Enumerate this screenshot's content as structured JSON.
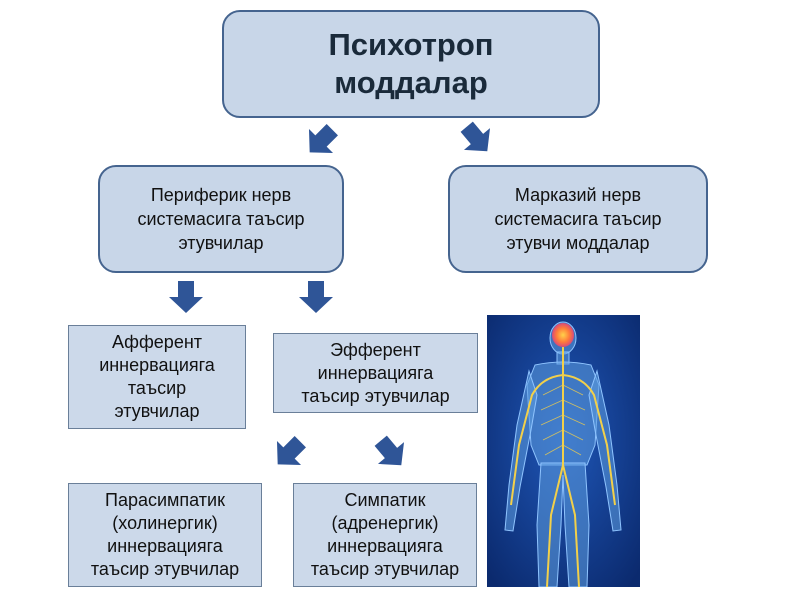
{
  "title": "Психотроп\nмоддалар",
  "peripheral": "Периферик нерв\nсистемасига таъсир\nэтувчилар",
  "central": "Марказий нерв\nсистемасига таъсир\nэтувчи моддалар",
  "afferent": "Афферент\nиннервацияга\nтаъсир\nэтувчилар",
  "efferent": "Эфферент\nиннервацияга\nтаъсир этувчилар",
  "parasympathetic": "Парасимпатик\n(холинергик)\nиннервацияга\nтаъсир этувчилар",
  "sympathetic": "Симпатик\n(адренергик)\nиннервацияга\nтаъсир этувчилар",
  "colors": {
    "box_fill": "#c8d6e8",
    "box_border": "#45648f",
    "arrow": "#2f5597",
    "image_bg": "#0b2a6e",
    "nerve": "#f2d04a"
  },
  "image": {
    "depicts": "human-nervous-system-figure"
  }
}
